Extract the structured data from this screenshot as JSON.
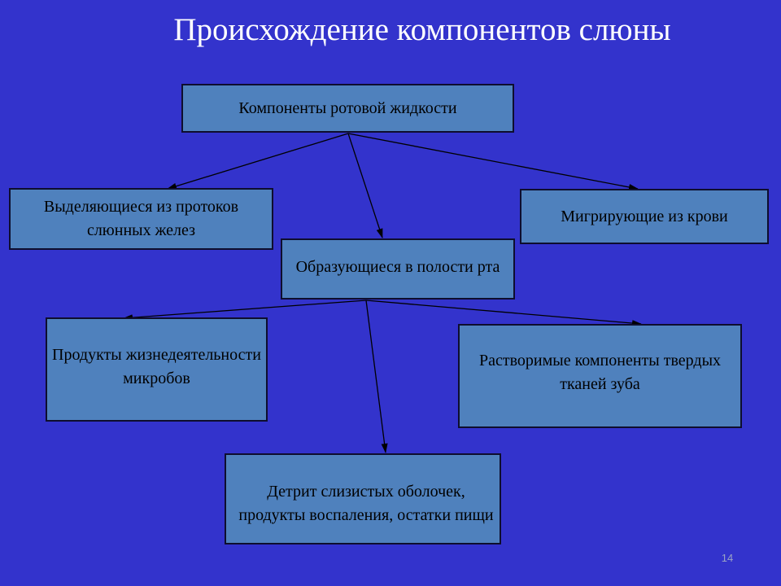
{
  "slide": {
    "title": "Происхождение компонентов слюны",
    "page_number": "14"
  },
  "colors": {
    "background": "#3333cc",
    "box_fill": "#4f81bd",
    "box_border": "#0e0e2e",
    "arrow": "#000000",
    "title_text": "#ffffff"
  },
  "diagram": {
    "root": {
      "text": "Компоненты ротовой жидкости"
    },
    "glands": {
      "text": "Выделяющиеся из протоков слюнных желез"
    },
    "blood": {
      "text": "Мигрирующие из крови"
    },
    "mouth": {
      "text": "Образующиеся в полости рта"
    },
    "microbes": {
      "text": "Продукты жизнедеятельности микробов"
    },
    "tooth": {
      "text": "Растворимые компоненты твердых тканей зуба"
    },
    "detritus": {
      "text": "Детрит слизистых оболочек, продукты воспаления, остатки пищи"
    },
    "edges": [
      {
        "from": "root",
        "to": "glands"
      },
      {
        "from": "root",
        "to": "mouth"
      },
      {
        "from": "root",
        "to": "blood"
      },
      {
        "from": "mouth",
        "to": "microbes"
      },
      {
        "from": "mouth",
        "to": "detritus"
      },
      {
        "from": "mouth",
        "to": "tooth"
      }
    ]
  }
}
